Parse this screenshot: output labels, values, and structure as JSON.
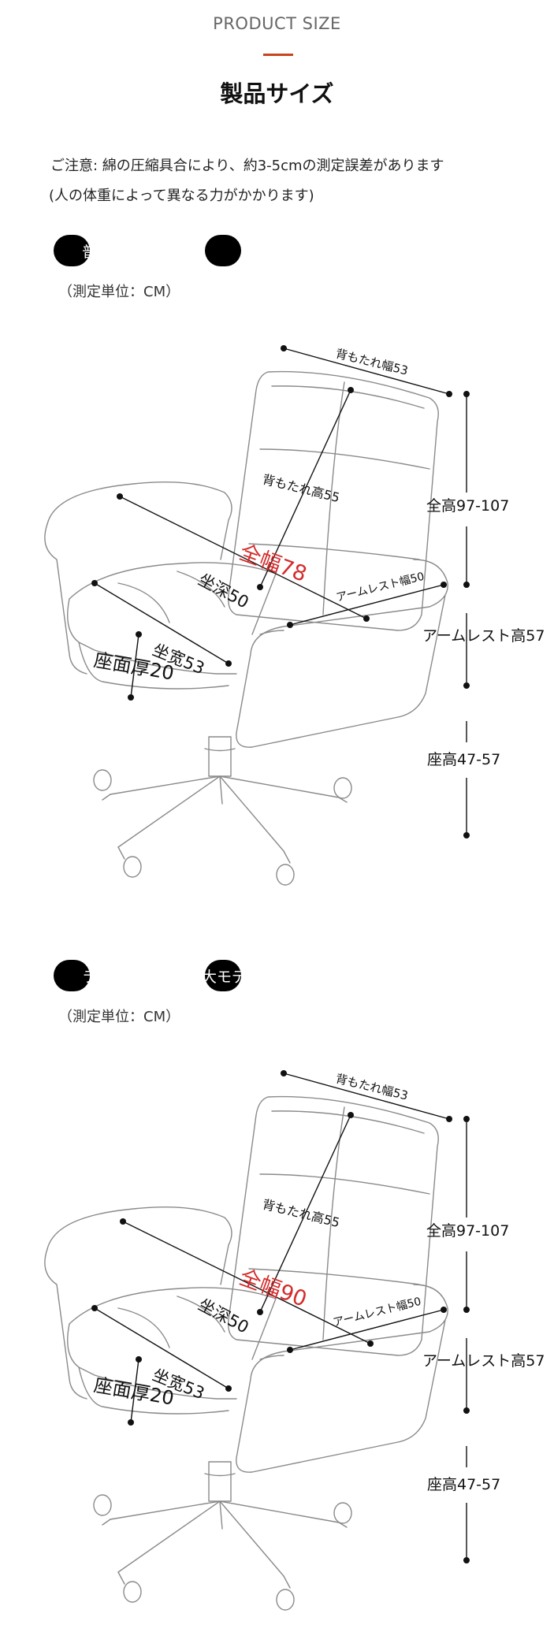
{
  "header": {
    "en_title": "PRODUCT SIZE",
    "ja_title": "製品サイズ"
  },
  "notice": {
    "line1": "ご注意: 綿の圧縮具合により、約3-5cmの測定誤差があります",
    "line2": "(人の体重によって異なる力がかかります)"
  },
  "colors": {
    "accent": "#c8431f",
    "highlight_label": "#d42b2b"
  },
  "models": [
    {
      "name": "普通モデル",
      "unit": "（測定単位：CM）",
      "dimensions": {
        "backrest_width": "背もたれ幅53",
        "backrest_height": "背もたれ高55",
        "total_width": "全幅78",
        "seat_depth": "坐深50",
        "armrest_width": "アームレスト幅50",
        "seat_width": "坐宽53",
        "cushion_thickness": "座面厚20",
        "total_height": "全高97-107",
        "armrest_height": "アームレスト高57",
        "seat_height": "座高47-57"
      }
    },
    {
      "name": "ラブシェアリー特大モデル",
      "unit": "（測定単位：CM）",
      "dimensions": {
        "backrest_width": "背もたれ幅53",
        "backrest_height": "背もたれ高55",
        "total_width": "全幅90",
        "seat_depth": "坐深50",
        "armrest_width": "アームレスト幅50",
        "seat_width": "坐宽53",
        "cushion_thickness": "座面厚20",
        "total_height": "全高97-107",
        "armrest_height": "アームレスト高57",
        "seat_height": "座高47-57"
      }
    }
  ]
}
